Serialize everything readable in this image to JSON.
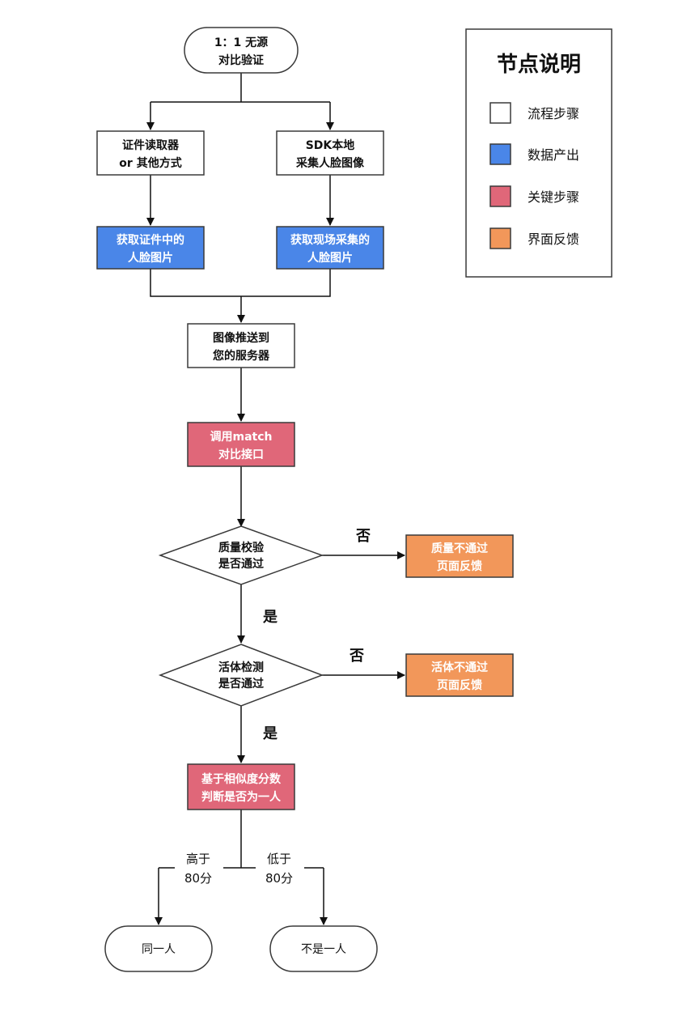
{
  "colors": {
    "step": "#ffffff",
    "data": "#4a86e8",
    "key": "#e06779",
    "feedback": "#f2975a"
  },
  "nodes": {
    "start": {
      "line1": "1：1 无源",
      "line2": "对比验证"
    },
    "read_id": {
      "line1": "证件读取器",
      "line2": "or 其他方式"
    },
    "sdk": {
      "line1": "SDK本地",
      "line2": "采集人脸图像"
    },
    "id_img": {
      "line1": "获取证件中的",
      "line2": "人脸图片"
    },
    "live_img": {
      "line1": "获取现场采集的",
      "line2": "人脸图片"
    },
    "push": {
      "line1": "图像推送到",
      "line2": "您的服务器"
    },
    "match": {
      "line1": "调用match",
      "line2": "对比接口"
    },
    "quality": {
      "line1": "质量校验",
      "line2": "是否通过"
    },
    "quality_fail": {
      "line1": "质量不通过",
      "line2": "页面反馈"
    },
    "liveness": {
      "line1": "活体检测",
      "line2": "是否通过"
    },
    "liveness_fail": {
      "line1": "活体不通过",
      "line2": "页面反馈"
    },
    "score": {
      "line1": "基于相似度分数",
      "line2": "判断是否为一人"
    },
    "same": {
      "label": "同一人"
    },
    "diff": {
      "label": "不是一人"
    }
  },
  "edges": {
    "no": "否",
    "yes": "是",
    "high_1": "高于",
    "high_2": "80分",
    "low_1": "低于",
    "low_2": "80分"
  },
  "legend": {
    "title": "节点说明",
    "items": [
      {
        "label": "流程步骤",
        "color": "#ffffff"
      },
      {
        "label": "数据产出",
        "color": "#4a86e8"
      },
      {
        "label": "关键步骤",
        "color": "#e06779"
      },
      {
        "label": "界面反馈",
        "color": "#f2975a"
      }
    ]
  }
}
